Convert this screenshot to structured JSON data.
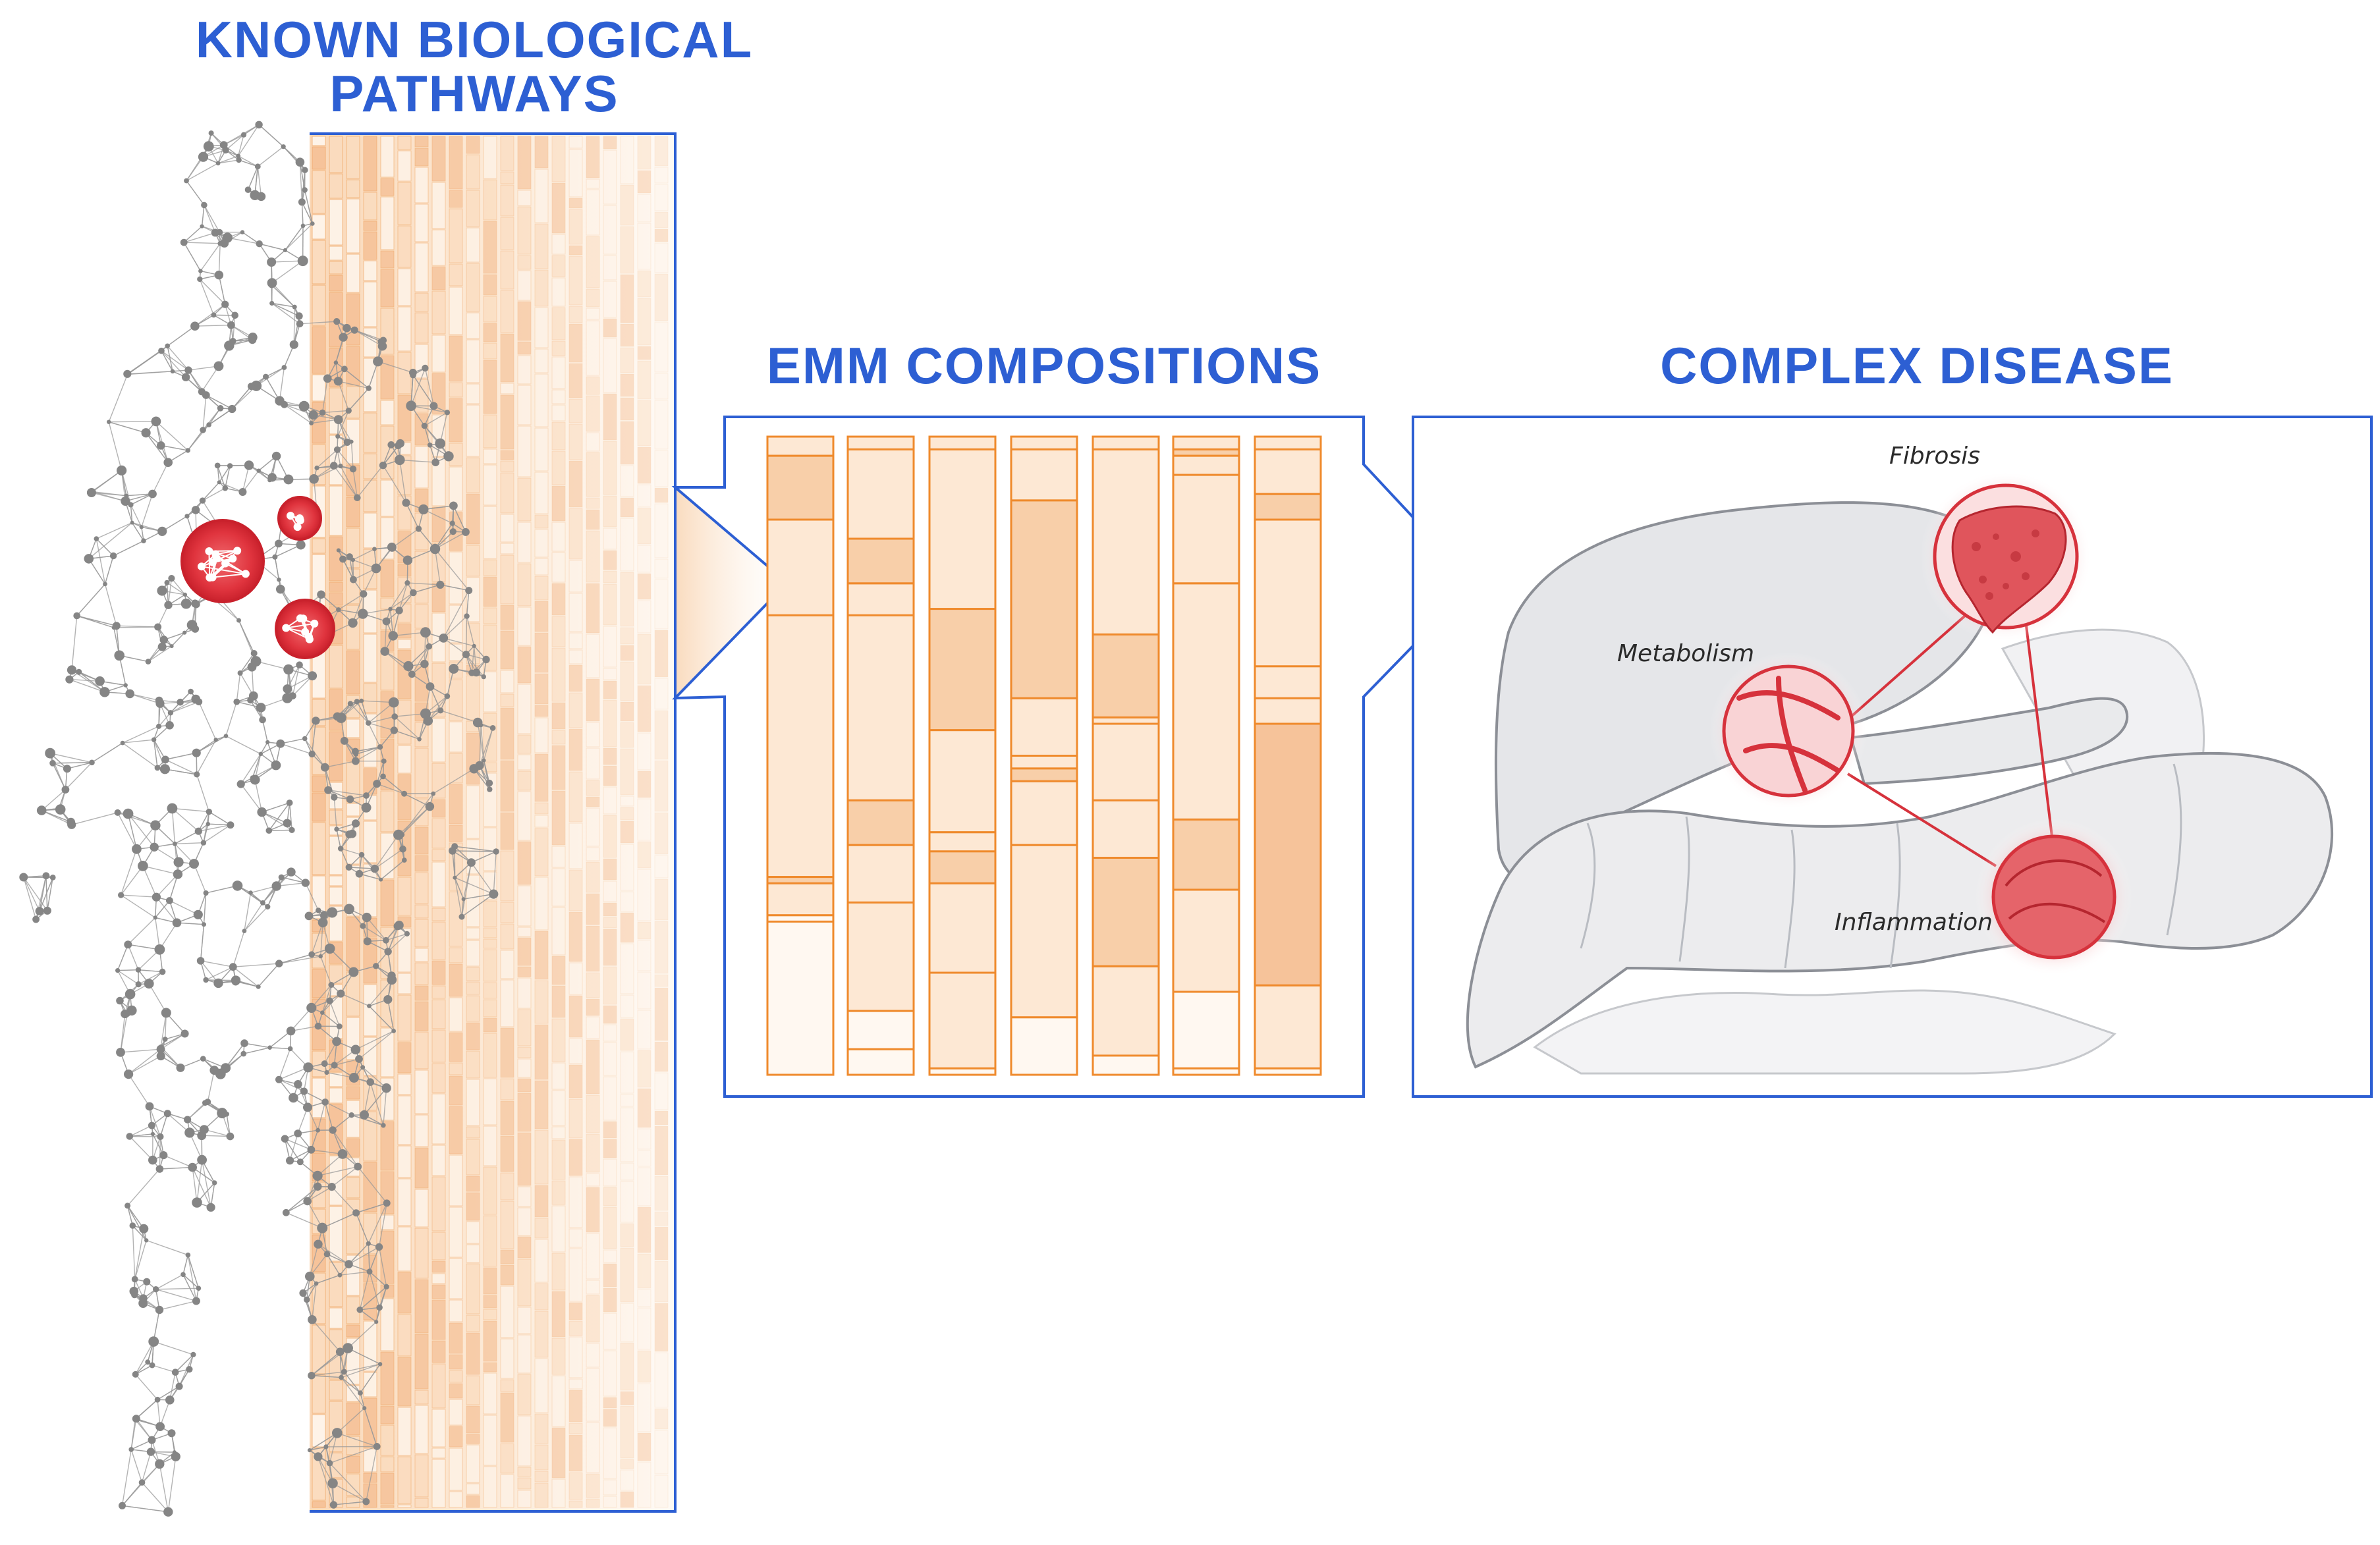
{
  "headings": {
    "known_line1": "KNOWN BIOLOGICAL",
    "known_line2": "PATHWAYS",
    "emm": "EMM COMPOSITIONS",
    "complex": "COMPLEX DISEASE"
  },
  "organ_labels": {
    "fibrosis": "Fibrosis",
    "metabolism": "Metabolism",
    "inflammation": "Inflammation"
  },
  "colors": {
    "title_blue": "#2d5fd3",
    "panel_border": "#2d5fd3",
    "segment_border": "#ef8a2c",
    "segment_light": "#fdeedd",
    "segment_mid": "#f9d5b3",
    "segment_dark": "#f6c39a",
    "organ_red": "#e0343e",
    "network_gray": "#8a8a8a"
  },
  "emm_columns": [
    [
      0.03,
      0.13,
      0.28,
      0.69,
      0.7,
      0.75,
      0.76,
      1.0
    ],
    [
      0.02,
      0.16,
      0.23,
      0.28,
      0.57,
      0.64,
      0.73,
      0.9,
      0.96,
      1.0
    ],
    [
      0.02,
      0.27,
      0.46,
      0.62,
      0.65,
      0.7,
      0.84,
      0.99,
      1.0
    ],
    [
      0.02,
      0.1,
      0.41,
      0.5,
      0.5,
      0.52,
      0.54,
      0.64,
      0.91,
      1.0
    ],
    [
      0.02,
      0.31,
      0.44,
      0.45,
      0.57,
      0.66,
      0.83,
      0.97,
      1.0
    ],
    [
      0.02,
      0.03,
      0.06,
      0.23,
      0.6,
      0.71,
      0.87,
      0.99,
      1.0
    ],
    [
      0.02,
      0.09,
      0.13,
      0.36,
      0.41,
      0.45,
      0.86,
      0.99,
      1.0
    ]
  ],
  "emm_shades": [
    [
      "light",
      "mid",
      "light",
      "light",
      "mid",
      "light",
      "white",
      "white"
    ],
    [
      "light",
      "light",
      "mid",
      "light",
      "light",
      "mid",
      "light",
      "light",
      "white",
      "white"
    ],
    [
      "light",
      "light",
      "mid",
      "light",
      "light",
      "mid",
      "light",
      "light",
      "white"
    ],
    [
      "light",
      "light",
      "mid",
      "light",
      "light",
      "light",
      "mid",
      "light",
      "light",
      "white"
    ],
    [
      "light",
      "light",
      "mid",
      "light",
      "light",
      "light",
      "mid",
      "light",
      "white"
    ],
    [
      "light",
      "mid",
      "light",
      "light",
      "light",
      "mid",
      "light",
      "white",
      "white"
    ],
    [
      "light",
      "light",
      "mid",
      "light",
      "light",
      "light",
      "dark",
      "light",
      "white"
    ]
  ]
}
